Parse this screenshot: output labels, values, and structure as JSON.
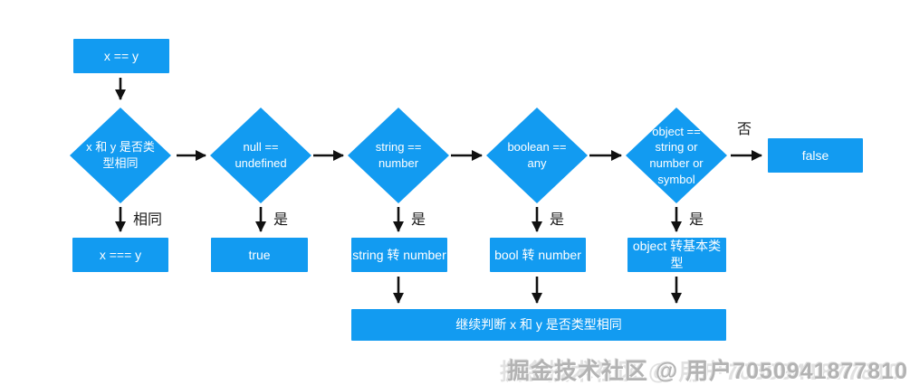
{
  "diagram": {
    "type": "flowchart",
    "topic": "JavaScript == loose equality comparison algorithm",
    "nodes": {
      "start": "x == y",
      "type_check": "x 和 y 是否类型相同",
      "null_undefined": "null == undefined",
      "string_number": "string == number",
      "boolean_any": "boolean == any",
      "object_primitive": "object == string or number or symbol",
      "result_strict_equal": "x === y",
      "result_true": "true",
      "string_to_number": "string 转 number",
      "bool_to_number": "bool 转 number",
      "object_to_primitive": "object 转基本类型",
      "continue_check": "继续判断 x 和 y 是否类型相同",
      "result_false": "false"
    },
    "edge_labels": {
      "same": "相同",
      "yes_null": "是",
      "yes_string": "是",
      "yes_boolean": "是",
      "yes_object": "是",
      "no": "否"
    }
  },
  "watermark": "掘金技术社区 @ 用户7050941877810",
  "colors": {
    "node_fill": "#129BF1",
    "node_text": "#FFFFFF",
    "arrow": "#111111",
    "edge_label_text": "#1A1A1A",
    "watermark_text": "#B3B3B3",
    "background": "#FFFFFF"
  }
}
